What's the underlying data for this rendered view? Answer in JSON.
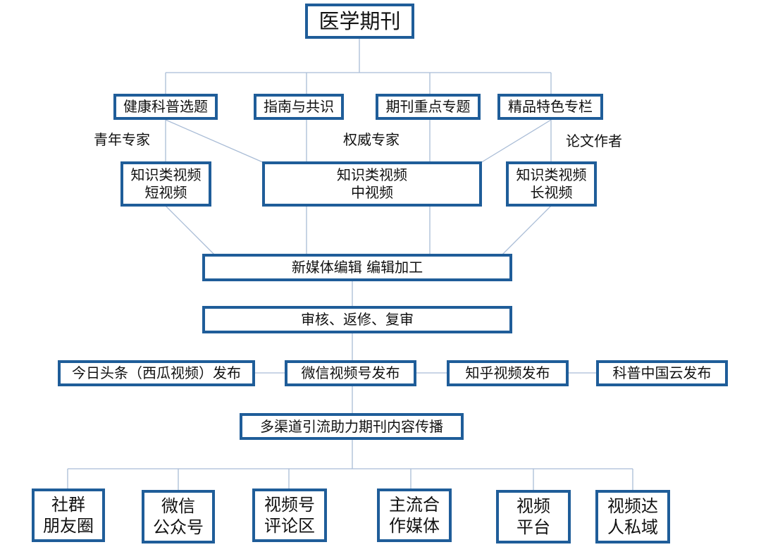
{
  "root": "医学期刊",
  "topics": {
    "health": "健康科普选题",
    "guide": "指南与共识",
    "special": "期刊重点专题",
    "column": "精品特色专栏"
  },
  "authors": {
    "young": "青年专家",
    "authority": "权威专家",
    "paper": "论文作者"
  },
  "videos": {
    "short": [
      "知识类视频",
      "短视频"
    ],
    "medium": [
      "知识类视频",
      "中视频"
    ],
    "long": [
      "知识类视频",
      "长视频"
    ]
  },
  "edit": "新媒体编辑 编辑加工",
  "review": "审核、返修、复审",
  "publish": {
    "toutiao": "今日头条（西瓜视频）发布",
    "wechat_channels": "微信视频号发布",
    "zhihu": "知乎视频发布",
    "kepu": "科普中国云发布"
  },
  "spread": "多渠道引流助力期刊内容传播",
  "channels": {
    "community": [
      "社群",
      "朋友圈"
    ],
    "official": [
      "微信",
      "公众号"
    ],
    "comments": [
      "视频号",
      "评论区"
    ],
    "media": [
      "主流合",
      "作媒体"
    ],
    "platform": [
      "视频",
      "平台"
    ],
    "influencer": [
      "视频达",
      "人私域"
    ]
  }
}
